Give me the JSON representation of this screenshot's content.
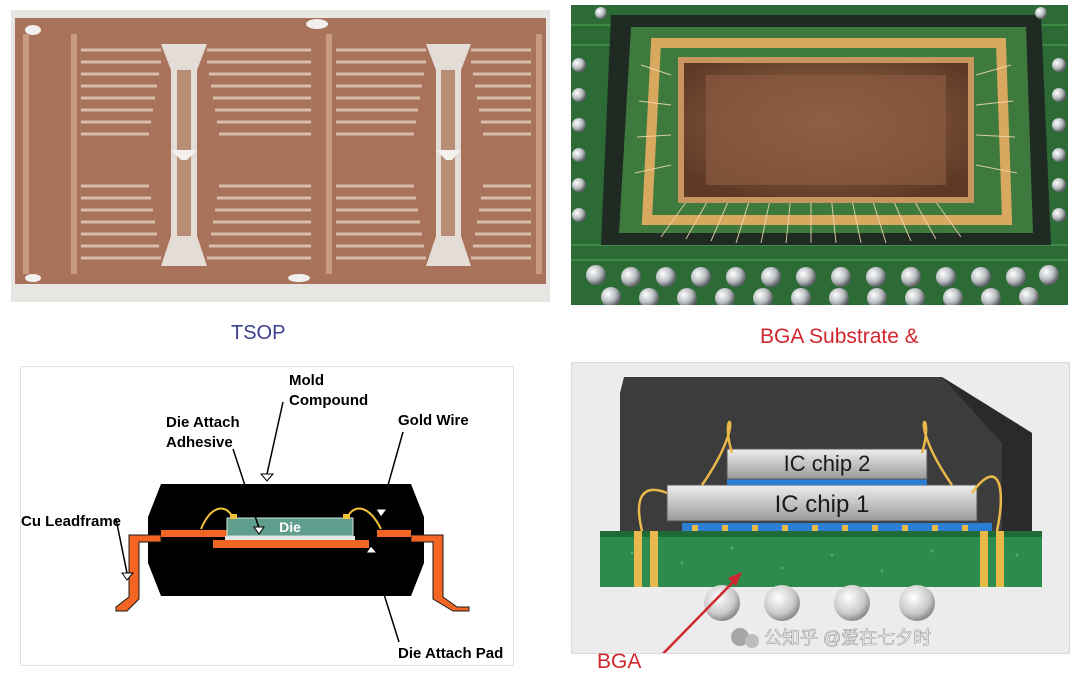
{
  "captions": {
    "tsop": "TSOP",
    "bga_substrate": "BGA Substrate &"
  },
  "tsop_diagram": {
    "mold_compound": "Mold\nCompound",
    "die_attach_adhesive": "Die Attach\nAdhesive",
    "gold_wire": "Gold Wire",
    "cu_leadframe": "Cu Leadframe",
    "die": "Die",
    "die_attach_pad": "Die Attach Pad"
  },
  "bga_diagram": {
    "chip2": "IC chip 2",
    "chip1": "IC chip 1",
    "bga": "BGA"
  },
  "watermark": "公知乎 @爱在七夕时",
  "colors": {
    "tsop_caption": "#3a3f8f",
    "bga_caption": "#d0262e",
    "leadframe_copper": "#a8735a",
    "mold_black": "#000000",
    "lead_orange": "#f26522",
    "die_teal": "#5f9e8c",
    "substrate_green": "#2e8b4e",
    "bump_blue": "#2a7fd4",
    "gold": "#e8b84a"
  }
}
